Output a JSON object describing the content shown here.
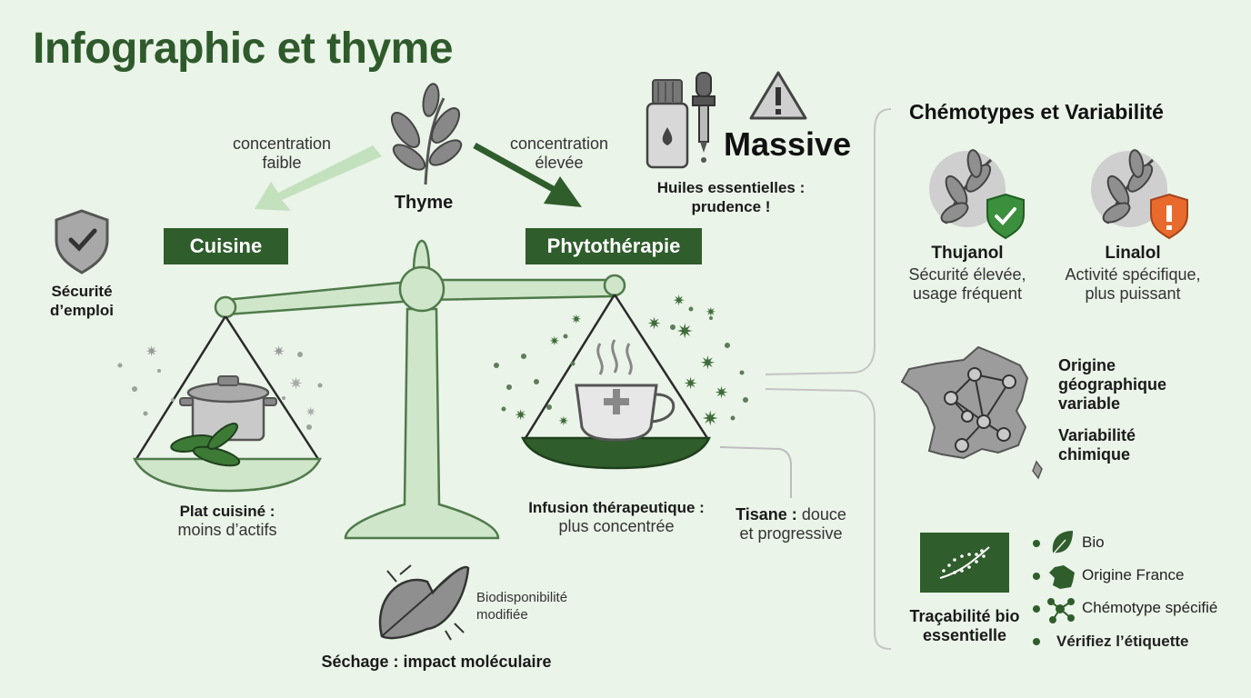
{
  "title": "Infographic et thyme",
  "center": {
    "thyme_label": "Thyme",
    "low_concentration": "concentration faible",
    "high_concentration": "concentration élevée"
  },
  "left": {
    "banner": "Cuisine",
    "safety": "Sécurité d’emploi",
    "dish_title": "Plat cuisiné :",
    "dish_sub": "moins d’actifs"
  },
  "right": {
    "banner": "Phytothérapie",
    "infusion_title": "Infusion thérapeutique :",
    "infusion_sub": "plus concentrée",
    "tisane_bold": "Tisane :",
    "tisane_rest": "douce",
    "tisane_line2": "et progressive"
  },
  "oils": {
    "massive": "Massive",
    "caption": "Huiles essentielles : prudence !"
  },
  "drying": {
    "bio": "Biodisponibilité modifiée",
    "caption": "Séchage : impact moléculaire"
  },
  "chemotypes": {
    "title": "Chémotypes et Variabilité",
    "thujanol": {
      "name": "Thujanol",
      "desc": "Sécurité élevée, usage fréquent"
    },
    "linalol": {
      "name": "Linalol",
      "desc": "Activité spécifique, plus puissant"
    },
    "origin": "Origine géographique variable",
    "variability": "Variabilité chimique"
  },
  "traceability": {
    "caption": "Traçabilité bio essentielle",
    "items": [
      "Bio",
      "Origine France",
      "Chémotype spécifié",
      "Vérifiez l’étiquette"
    ]
  },
  "colors": {
    "dark_green": "#2f5d2c",
    "light_green": "#c9e4c3",
    "warning_orange": "#e86a2c"
  }
}
